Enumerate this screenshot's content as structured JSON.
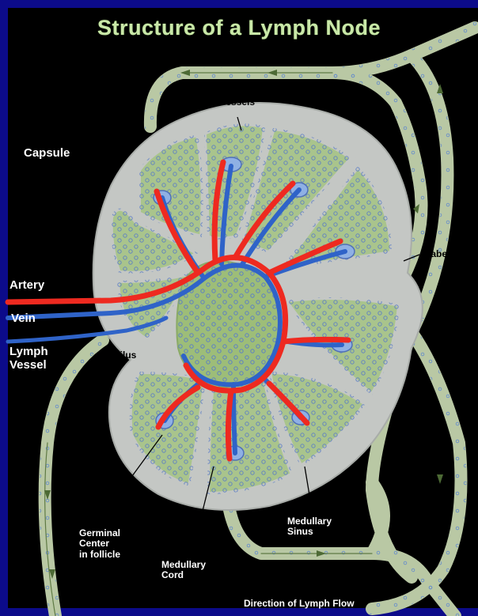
{
  "title": "Structure of a Lymph Node",
  "labels": {
    "afferent": "Afferent Lymphatic\nVessels",
    "capsule": "Capsule",
    "trabecula": "Trabecula",
    "artery": "Artery",
    "vein": "Vein",
    "lymph_vessel": "Lymph\nVessel",
    "hilus": "Hilus",
    "germinal_center": "Germinal\nCenter\nin follicle",
    "medullary_cord": "Medullary\nCord",
    "medullary_sinus": "Medullary\nSinus",
    "direction": "Direction of Lymph Flow"
  },
  "colors": {
    "background": "#000000",
    "border": "#0c0b8a",
    "title": "#c9e8a8",
    "capsule_fill": "#c4c7c4",
    "cortex_fill": "#a9c48c",
    "medulla_fill": "#9dbd78",
    "vessel_fill": "#b9c8a4",
    "artery": "#ee2a20",
    "vein": "#2f63c8",
    "follicle": "#6a8ed4"
  }
}
